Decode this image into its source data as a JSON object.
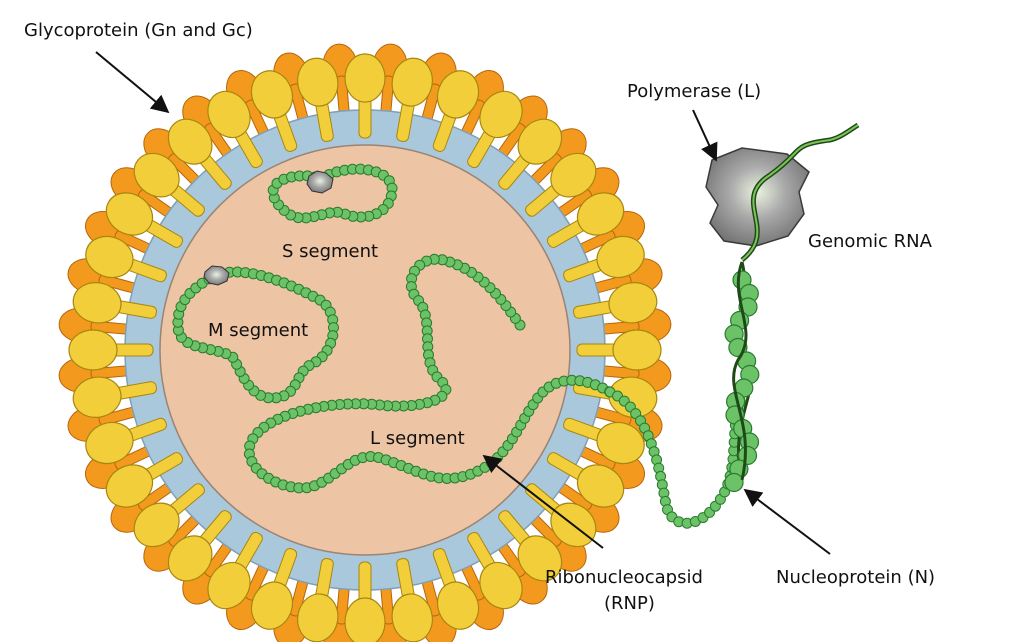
{
  "labels": {
    "glycoprotein": "Glycoprotein (Gn and Gc)",
    "polymerase": "Polymerase (L)",
    "genomic_rna": "Genomic RNA",
    "s_segment": "S segment",
    "m_segment": "M segment",
    "l_segment": "L segment",
    "rnp_line1": "Ribonucleocapsid",
    "rnp_line2": "(RNP)",
    "nucleoprotein": "Nucleoprotein (N)"
  },
  "colors": {
    "spike_yellow": "#f2cf3a",
    "spike_orange": "#f39a1e",
    "membrane": "#a9c8dc",
    "interior": "#edc4a4",
    "bead_green": "#6cc267",
    "bead_stroke": "#2a7a2f",
    "polymerase_gray": "#8b8b8b",
    "rna_dark": "#1f4a18"
  }
}
